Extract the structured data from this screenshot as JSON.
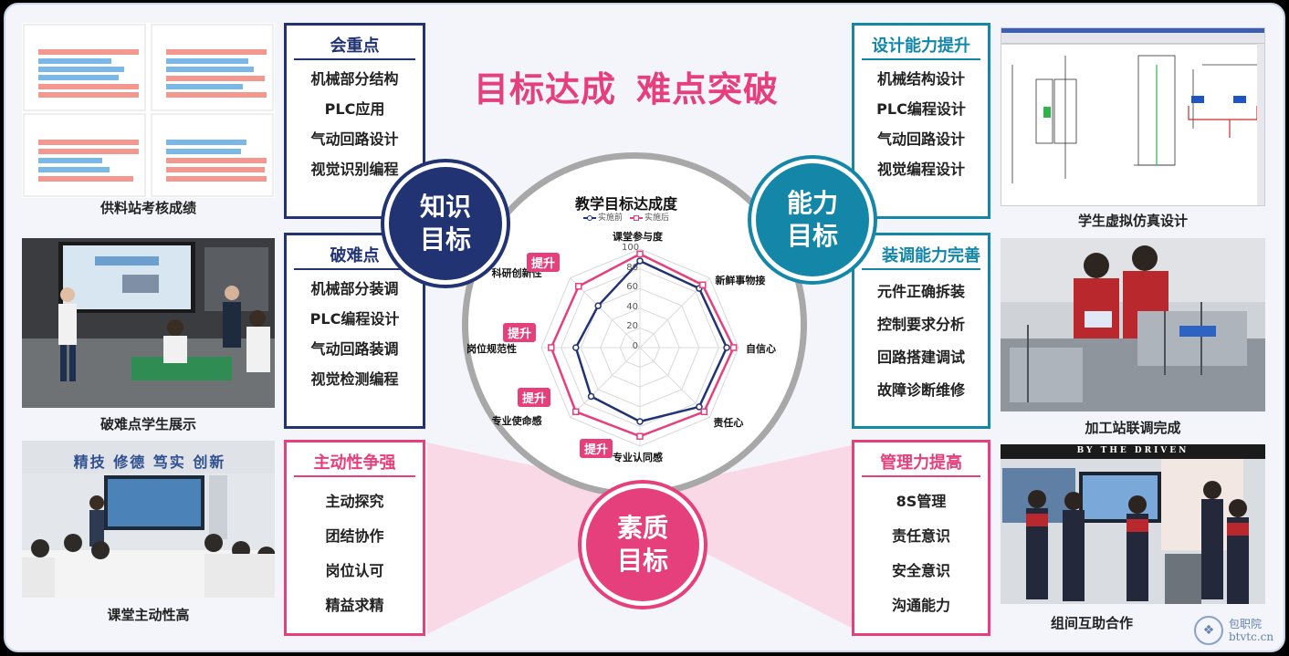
{
  "title": {
    "part1": "目标达成",
    "part2": "难点突破"
  },
  "knowledge_panels": {
    "key_points": {
      "title": "会重点",
      "items": [
        "机械部分结构",
        "PLC应用",
        "气动回路设计",
        "视觉识别编程"
      ]
    },
    "difficult_points": {
      "title": "破难点",
      "items": [
        "机械部分装调",
        "PLC编程设计",
        "气动回路装调",
        "视觉检测编程"
      ]
    }
  },
  "ability_panels": {
    "design": {
      "title": "设计能力提升",
      "items": [
        "机械结构设计",
        "PLC编程设计",
        "气动回路设计",
        "视觉编程设计"
      ]
    },
    "assembly": {
      "title": "装调能力完善",
      "items": [
        "元件正确拆装",
        "控制要求分析",
        "回路搭建调试",
        "故障诊断维修"
      ]
    }
  },
  "quality_panels": {
    "initiative": {
      "title": "主动性争强",
      "items": [
        "主动探究",
        "团结协作",
        "岗位认可",
        "精益求精"
      ]
    },
    "management": {
      "title": "管理力提高",
      "items": [
        "8S管理",
        "责任意识",
        "安全意识",
        "沟通能力"
      ]
    }
  },
  "circles": {
    "knowledge": [
      "知识",
      "目标"
    ],
    "ability": [
      "能力",
      "目标"
    ],
    "quality": [
      "素质",
      "目标"
    ]
  },
  "radar": {
    "title": "教学目标达成度",
    "legend_before": "实施前",
    "legend_after": "实施后",
    "upgrade_tag": "提升",
    "ticks": [
      "100",
      "80",
      "60",
      "40",
      "20",
      "0"
    ],
    "colors": {
      "before": "#213373",
      "after": "#e5407c"
    }
  },
  "chart_data": {
    "type": "radar",
    "title": "教学目标达成度",
    "categories": [
      "课堂参与度",
      "新鲜事物接",
      "自信心",
      "责任心",
      "专业认同感",
      "专业使命感",
      "岗位规范性",
      "科研创新性"
    ],
    "series": [
      {
        "name": "实施前",
        "values": [
          88,
          85,
          88,
          85,
          75,
          70,
          65,
          60
        ]
      },
      {
        "name": "实施后",
        "values": [
          95,
          90,
          95,
          92,
          90,
          92,
          90,
          88
        ]
      }
    ],
    "rlim": [
      0,
      100
    ]
  },
  "captions": {
    "supply_station": "供料站考核成绩",
    "difficulty_show": "破难点学生展示",
    "classroom": "课堂主动性高",
    "virtual_sim": "学生虚拟仿真设计",
    "station_debug": "加工站联调完成",
    "group_help": "组间互助合作"
  },
  "classroom_banner": "精技 修德 笃实 创新",
  "workshop_banner": "BY THE DRIVEN",
  "watermark": {
    "name": "包职院",
    "domain": "btvtc.cn"
  },
  "colors": {
    "navy": "#213373",
    "teal": "#1487a8",
    "pink": "#e5407c"
  }
}
